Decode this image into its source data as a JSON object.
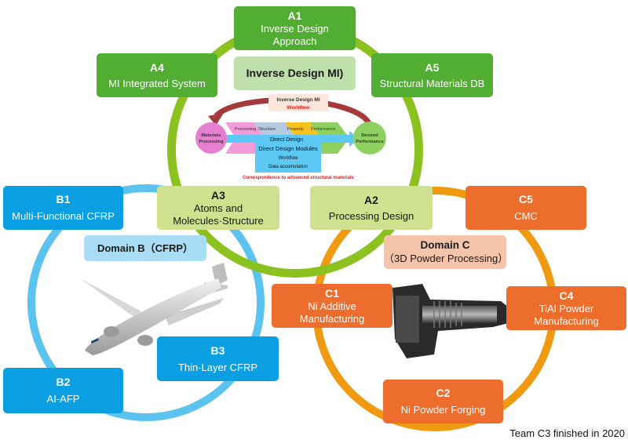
{
  "colors": {
    "domain_a_dark": "#52ae32",
    "domain_a_light": "#cfe08e",
    "domain_a_ring": "#8cc21f",
    "domain_b": "#0a9fe3",
    "domain_b_ring": "#5cc2ef",
    "domain_c": "#ec6d2c",
    "domain_c_ring": "#f09a12"
  },
  "domain_a": {
    "label": "Inverse Design MI)",
    "boxes": {
      "a1": {
        "code": "A1",
        "line1": "Inverse Design",
        "line2": "Approach"
      },
      "a2": {
        "code": "A2",
        "line1": "Processing Design"
      },
      "a3": {
        "code": "A3",
        "line1": "Atoms and",
        "line2": "Molecules·Structure"
      },
      "a4": {
        "code": "A4",
        "line1": "MI Integrated System"
      },
      "a5": {
        "code": "A5",
        "line1": "Structural Materials DB"
      }
    },
    "workflow": {
      "title": "Inverse Design MI",
      "subtitle": "Workflow",
      "left_node": {
        "line1": "Materials",
        "line2": "Processing"
      },
      "right_node": {
        "line1": "Desired",
        "line2": "Performance"
      },
      "stages": [
        "Processing",
        "Structure",
        "Property",
        "Performance"
      ],
      "arrow_label": "Direct Design",
      "modules": {
        "line1": "Direct Design Modules",
        "line2": "Workflow",
        "line3": "Data accumulation"
      },
      "caption": "Correspondence to advanced structural materials"
    }
  },
  "domain_b": {
    "label": "Domain B（CFRP）",
    "illustration": "airplane",
    "boxes": {
      "b1": {
        "code": "B1",
        "line1": "Multi-Functional CFRP"
      },
      "b2": {
        "code": "B2",
        "line1": "AI-AFP"
      },
      "b3": {
        "code": "B3",
        "line1": "Thin-Layer CFRP"
      }
    }
  },
  "domain_c": {
    "label_line1": "Domain C",
    "label_line2": "（3D Powder Processing）",
    "illustration": "turbine-engine",
    "boxes": {
      "c1": {
        "code": "C1",
        "line1": "Ni Additive",
        "line2": "Manufacturing"
      },
      "c2": {
        "code": "C2",
        "line1": "Ni Powder Forging"
      },
      "c4": {
        "code": "C4",
        "line1": "TiAl Powder",
        "line2": "Manufacturing"
      },
      "c5": {
        "code": "C5",
        "line1": "CMC"
      }
    }
  },
  "footer": "Team C3 finished in 2020"
}
